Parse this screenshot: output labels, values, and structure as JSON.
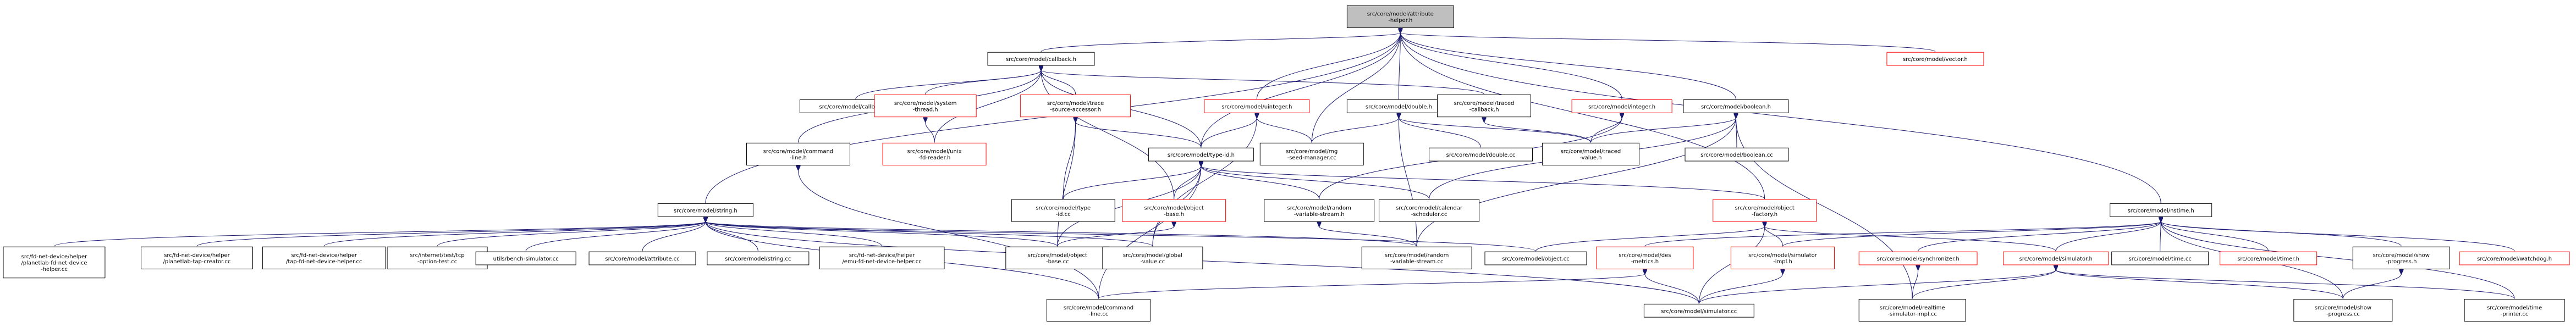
{
  "nodes": [
    {
      "id": "attribute-helper",
      "lines": [
        "src/core/model/attribute",
        "-helper.h"
      ],
      "style": "root"
    },
    {
      "id": "callback-h",
      "lines": [
        "src/core/model/callback.h"
      ],
      "style": "normal"
    },
    {
      "id": "uinteger-h",
      "lines": [
        "src/core/model/uinteger.h"
      ],
      "style": "red"
    },
    {
      "id": "double-h",
      "lines": [
        "src/core/model/double.h"
      ],
      "style": "normal"
    },
    {
      "id": "integer-h",
      "lines": [
        "src/core/model/integer.h"
      ],
      "style": "red"
    },
    {
      "id": "boolean-h",
      "lines": [
        "src/core/model/boolean.h"
      ],
      "style": "normal"
    },
    {
      "id": "vector-h",
      "lines": [
        "src/core/model/vector.h"
      ],
      "style": "red"
    },
    {
      "id": "callback-cc",
      "lines": [
        "src/core/model/callback.cc"
      ],
      "style": "normal"
    },
    {
      "id": "system-thread",
      "lines": [
        "src/core/model/system",
        "-thread.h"
      ],
      "style": "red"
    },
    {
      "id": "trace-source-accessor",
      "lines": [
        "src/core/model/trace",
        "-source-accessor.h"
      ],
      "style": "red"
    },
    {
      "id": "traced-callback",
      "lines": [
        "src/core/model/traced",
        "-callback.h"
      ],
      "style": "normal"
    },
    {
      "id": "unix-fd-reader",
      "lines": [
        "src/core/model/unix",
        "-fd-reader.h"
      ],
      "style": "red"
    },
    {
      "id": "command-line-h",
      "lines": [
        "src/core/model/command",
        "-line.h"
      ],
      "style": "normal"
    },
    {
      "id": "type-id-h",
      "lines": [
        "src/core/model/type-id.h"
      ],
      "style": "normal"
    },
    {
      "id": "rng-seed-manager",
      "lines": [
        "src/core/model/rng",
        "-seed-manager.cc"
      ],
      "style": "normal"
    },
    {
      "id": "double-cc",
      "lines": [
        "src/core/model/double.cc"
      ],
      "style": "normal"
    },
    {
      "id": "traced-value",
      "lines": [
        "src/core/model/traced",
        "-value.h"
      ],
      "style": "normal"
    },
    {
      "id": "boolean-cc",
      "lines": [
        "src/core/model/boolean.cc"
      ],
      "style": "normal"
    },
    {
      "id": "nstime-h",
      "lines": [
        "src/core/model/nstime.h"
      ],
      "style": "normal"
    },
    {
      "id": "string-h",
      "lines": [
        "src/core/model/string.h"
      ],
      "style": "normal"
    },
    {
      "id": "type-id-cc",
      "lines": [
        "src/core/model/type",
        "-id.cc"
      ],
      "style": "normal"
    },
    {
      "id": "object-base-h",
      "lines": [
        "src/core/model/object",
        "-base.h"
      ],
      "style": "red"
    },
    {
      "id": "random-variable-stream-h",
      "lines": [
        "src/core/model/random",
        "-variable-stream.h"
      ],
      "style": "normal"
    },
    {
      "id": "calendar-scheduler",
      "lines": [
        "src/core/model/calendar",
        "-scheduler.cc"
      ],
      "style": "normal"
    },
    {
      "id": "object-factory-h",
      "lines": [
        "src/core/model/object",
        "-factory.h"
      ],
      "style": "red"
    },
    {
      "id": "planetlab-fd-net-device-helper",
      "lines": [
        "src/fd-net-device/helper",
        "/planetlab-fd-net-device",
        "-helper.cc"
      ],
      "style": "normal"
    },
    {
      "id": "planetlab-tap-creator",
      "lines": [
        "src/fd-net-device/helper",
        "/planetlab-tap-creator.cc"
      ],
      "style": "normal"
    },
    {
      "id": "tap-fd-net-device-helper",
      "lines": [
        "src/fd-net-device/helper",
        "/tap-fd-net-device-helper.cc"
      ],
      "style": "normal"
    },
    {
      "id": "tcp-option-test",
      "lines": [
        "src/internet/test/tcp",
        "-option-test.cc"
      ],
      "style": "normal"
    },
    {
      "id": "bench-simulator",
      "lines": [
        "utils/bench-simulator.cc"
      ],
      "style": "normal"
    },
    {
      "id": "attribute-cc",
      "lines": [
        "src/core/model/attribute.cc"
      ],
      "style": "normal"
    },
    {
      "id": "string-cc",
      "lines": [
        "src/core/model/string.cc"
      ],
      "style": "normal"
    },
    {
      "id": "emu-fd-net-device-helper",
      "lines": [
        "src/fd-net-device/helper",
        "/emu-fd-net-device-helper.cc"
      ],
      "style": "normal"
    },
    {
      "id": "object-base-cc",
      "lines": [
        "src/core/model/object",
        "-base.cc"
      ],
      "style": "normal"
    },
    {
      "id": "global-value-cc",
      "lines": [
        "src/core/model/global",
        "-value.cc"
      ],
      "style": "normal"
    },
    {
      "id": "random-variable-stream-cc",
      "lines": [
        "src/core/model/random",
        "-variable-stream.cc"
      ],
      "style": "normal"
    },
    {
      "id": "object-cc",
      "lines": [
        "src/core/model/object.cc"
      ],
      "style": "normal"
    },
    {
      "id": "des-metrics-h",
      "lines": [
        "src/core/model/des",
        "-metrics.h"
      ],
      "style": "red"
    },
    {
      "id": "simulator-impl-h",
      "lines": [
        "src/core/model/simulator",
        "-impl.h"
      ],
      "style": "red"
    },
    {
      "id": "synchronizer-h",
      "lines": [
        "src/core/model/synchronizer.h"
      ],
      "style": "red"
    },
    {
      "id": "simulator-h",
      "lines": [
        "src/core/model/simulator.h"
      ],
      "style": "red"
    },
    {
      "id": "time-cc",
      "lines": [
        "src/core/model/time.cc"
      ],
      "style": "normal"
    },
    {
      "id": "timer-h",
      "lines": [
        "src/core/model/timer.h"
      ],
      "style": "red"
    },
    {
      "id": "show-progress-h",
      "lines": [
        "src/core/model/show",
        "-progress.h"
      ],
      "style": "normal"
    },
    {
      "id": "watchdog-h",
      "lines": [
        "src/core/model/watchdog.h"
      ],
      "style": "red"
    },
    {
      "id": "command-line-cc",
      "lines": [
        "src/core/model/command",
        "-line.cc"
      ],
      "style": "normal"
    },
    {
      "id": "simulator-cc",
      "lines": [
        "src/core/model/simulator.cc"
      ],
      "style": "normal"
    },
    {
      "id": "realtime-simulator-impl",
      "lines": [
        "src/core/model/realtime",
        "-simulator-impl.cc"
      ],
      "style": "normal"
    },
    {
      "id": "show-progress-cc",
      "lines": [
        "src/core/model/show",
        "-progress.cc"
      ],
      "style": "normal"
    },
    {
      "id": "time-printer",
      "lines": [
        "src/core/model/time",
        "-printer.cc"
      ],
      "style": "normal"
    }
  ],
  "edges": [
    [
      "attribute-helper",
      "callback-h"
    ],
    [
      "attribute-helper",
      "uinteger-h"
    ],
    [
      "attribute-helper",
      "double-h"
    ],
    [
      "attribute-helper",
      "integer-h"
    ],
    [
      "attribute-helper",
      "boolean-h"
    ],
    [
      "attribute-helper",
      "vector-h"
    ],
    [
      "attribute-helper",
      "string-h"
    ],
    [
      "attribute-helper",
      "type-id-h"
    ],
    [
      "attribute-helper",
      "nstime-h"
    ],
    [
      "attribute-helper",
      "rng-seed-manager"
    ],
    [
      "attribute-helper",
      "object-factory-h"
    ],
    [
      "callback-h",
      "callback-cc"
    ],
    [
      "callback-h",
      "system-thread"
    ],
    [
      "callback-h",
      "trace-source-accessor"
    ],
    [
      "callback-h",
      "traced-callback"
    ],
    [
      "callback-h",
      "command-line-h"
    ],
    [
      "callback-h",
      "type-id-h"
    ],
    [
      "callback-h",
      "unix-fd-reader"
    ],
    [
      "callback-h",
      "object-base-h"
    ],
    [
      "system-thread",
      "unix-fd-reader"
    ],
    [
      "trace-source-accessor",
      "type-id-h"
    ],
    [
      "trace-source-accessor",
      "type-id-cc"
    ],
    [
      "trace-source-accessor",
      "object-base-cc"
    ],
    [
      "uinteger-h",
      "rng-seed-manager"
    ],
    [
      "uinteger-h",
      "type-id-h"
    ],
    [
      "uinteger-h",
      "global-value-cc"
    ],
    [
      "double-h",
      "double-cc"
    ],
    [
      "double-h",
      "traced-value"
    ],
    [
      "double-h",
      "rng-seed-manager"
    ],
    [
      "double-h",
      "random-variable-stream-cc"
    ],
    [
      "integer-h",
      "traced-value"
    ],
    [
      "integer-h",
      "random-variable-stream-h"
    ],
    [
      "boolean-h",
      "traced-value"
    ],
    [
      "boolean-h",
      "boolean-cc"
    ],
    [
      "boolean-h",
      "calendar-scheduler"
    ],
    [
      "boolean-h",
      "realtime-simulator-impl"
    ],
    [
      "boolean-h",
      "random-variable-stream-cc"
    ],
    [
      "traced-callback",
      "traced-value"
    ],
    [
      "command-line-h",
      "command-line-cc"
    ],
    [
      "type-id-h",
      "type-id-cc"
    ],
    [
      "type-id-h",
      "object-base-h"
    ],
    [
      "type-id-h",
      "random-variable-stream-h"
    ],
    [
      "type-id-h",
      "calendar-scheduler"
    ],
    [
      "type-id-h",
      "object-factory-h"
    ],
    [
      "type-id-h",
      "global-value-cc"
    ],
    [
      "type-id-h",
      "command-line-cc"
    ],
    [
      "type-id-h",
      "object-base-cc"
    ],
    [
      "object-base-h",
      "object-base-cc"
    ],
    [
      "random-variable-stream-h",
      "random-variable-stream-cc"
    ],
    [
      "object-factory-h",
      "object-cc"
    ],
    [
      "object-factory-h",
      "simulator-impl-h"
    ],
    [
      "object-factory-h",
      "simulator-cc"
    ],
    [
      "object-factory-h",
      "simulator-h"
    ],
    [
      "string-h",
      "planetlab-fd-net-device-helper"
    ],
    [
      "string-h",
      "planetlab-tap-creator"
    ],
    [
      "string-h",
      "tap-fd-net-device-helper"
    ],
    [
      "string-h",
      "tcp-option-test"
    ],
    [
      "string-h",
      "bench-simulator"
    ],
    [
      "string-h",
      "attribute-cc"
    ],
    [
      "string-h",
      "string-cc"
    ],
    [
      "string-h",
      "emu-fd-net-device-helper"
    ],
    [
      "string-h",
      "object-base-cc"
    ],
    [
      "string-h",
      "global-value-cc"
    ],
    [
      "string-h",
      "random-variable-stream-cc"
    ],
    [
      "string-h",
      "object-cc"
    ],
    [
      "string-h",
      "command-line-cc"
    ],
    [
      "string-h",
      "simulator-cc"
    ],
    [
      "nstime-h",
      "des-metrics-h"
    ],
    [
      "nstime-h",
      "simulator-impl-h"
    ],
    [
      "nstime-h",
      "synchronizer-h"
    ],
    [
      "nstime-h",
      "simulator-h"
    ],
    [
      "nstime-h",
      "time-cc"
    ],
    [
      "nstime-h",
      "timer-h"
    ],
    [
      "nstime-h",
      "show-progress-h"
    ],
    [
      "nstime-h",
      "watchdog-h"
    ],
    [
      "nstime-h",
      "show-progress-cc"
    ],
    [
      "nstime-h",
      "time-printer"
    ],
    [
      "des-metrics-h",
      "command-line-cc"
    ],
    [
      "des-metrics-h",
      "simulator-cc"
    ],
    [
      "simulator-impl-h",
      "simulator-cc"
    ],
    [
      "synchronizer-h",
      "realtime-simulator-impl"
    ],
    [
      "simulator-h",
      "simulator-cc"
    ],
    [
      "simulator-h",
      "realtime-simulator-impl"
    ],
    [
      "simulator-h",
      "show-progress-cc"
    ],
    [
      "simulator-h",
      "time-printer"
    ],
    [
      "show-progress-h",
      "show-progress-cc"
    ]
  ]
}
